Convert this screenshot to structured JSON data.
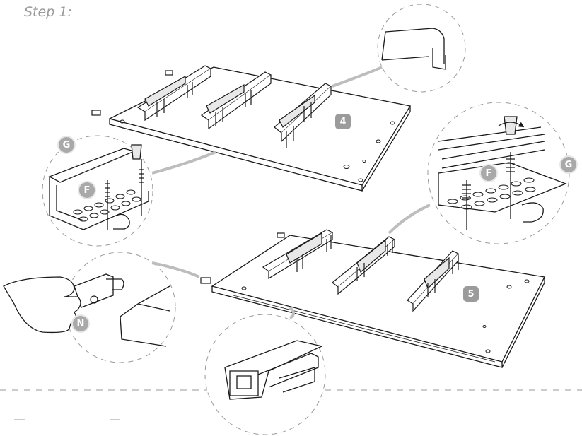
{
  "header": {
    "step_label": "Step 1:"
  },
  "parts": {
    "panel_4": "4",
    "panel_5": "5",
    "part_g_left": "G",
    "part_f_left": "F",
    "part_g_right": "G",
    "part_f_right": "F",
    "part_n": "N"
  },
  "colors": {
    "line": "#1a1a1a",
    "badge": "#a9a9a9",
    "dash": "#9a9a9a",
    "callout": "#bdbdbd"
  }
}
